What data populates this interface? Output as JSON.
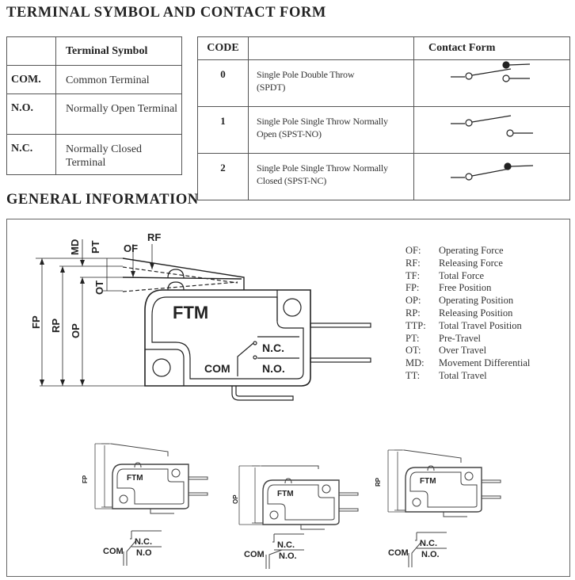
{
  "headings": {
    "terminal": "TERMINAL SYMBOL AND CONTACT FORM",
    "general": "GENERAL INFORMATION"
  },
  "terminal_table": {
    "header": [
      "",
      "Terminal Symbol"
    ],
    "rows": [
      {
        "symbol": "COM.",
        "description": "Common Terminal"
      },
      {
        "symbol": "N.O.",
        "description": "Normally Open Terminal"
      },
      {
        "symbol": "N.C.",
        "description": "Normally Closed Terminal"
      }
    ]
  },
  "contact_table": {
    "header": {
      "code": "CODE",
      "description": "",
      "form": "Contact Form"
    },
    "rows": [
      {
        "code": "0",
        "line1": "Single Pole Double Throw",
        "line2": "(SPDT)",
        "form": "spdt"
      },
      {
        "code": "1",
        "line1": "Single Pole Single Throw Normally",
        "line2": "Open (SPST-NO)",
        "form": "spst-no"
      },
      {
        "code": "2",
        "line1": "Single Pole Single Throw Normally",
        "line2": "Closed (SPST-NC)",
        "form": "spst-nc"
      }
    ]
  },
  "diagram": {
    "brand": "FTM",
    "labels": {
      "md": "MD",
      "pt": "PT",
      "of": "OF",
      "rf": "RF",
      "ot": "OT",
      "fp": "FP",
      "rp": "RP",
      "op": "OP",
      "com": "COM",
      "nc": "N.C.",
      "no": "N.O."
    },
    "small_views": [
      {
        "dim": "FP",
        "brand": "FTM",
        "com": "COM",
        "nc": "N.C.",
        "no": "N.O"
      },
      {
        "dim": "OP",
        "brand": "FTM",
        "com": "COM",
        "nc": "N.C.",
        "no": "N.O."
      },
      {
        "dim": "RP",
        "brand": "FTM",
        "com": "COM",
        "nc": "N.C.",
        "no": "N.O."
      }
    ]
  },
  "legend": [
    {
      "abbr": "OF:",
      "meaning": "Operating Force"
    },
    {
      "abbr": "RF:",
      "meaning": "Releasing Force"
    },
    {
      "abbr": "TF:",
      "meaning": "Total Force"
    },
    {
      "abbr": "FP:",
      "meaning": "Free Position"
    },
    {
      "abbr": "OP:",
      "meaning": "Operating Position"
    },
    {
      "abbr": "RP:",
      "meaning": "Releasing Position"
    },
    {
      "abbr": "TTP:",
      "meaning": "Total Travel Position"
    },
    {
      "abbr": "PT:",
      "meaning": "Pre-Travel"
    },
    {
      "abbr": "OT:",
      "meaning": "Over Travel"
    },
    {
      "abbr": "MD:",
      "meaning": "Movement Differential"
    },
    {
      "abbr": "TT:",
      "meaning": "Total Travel"
    }
  ]
}
